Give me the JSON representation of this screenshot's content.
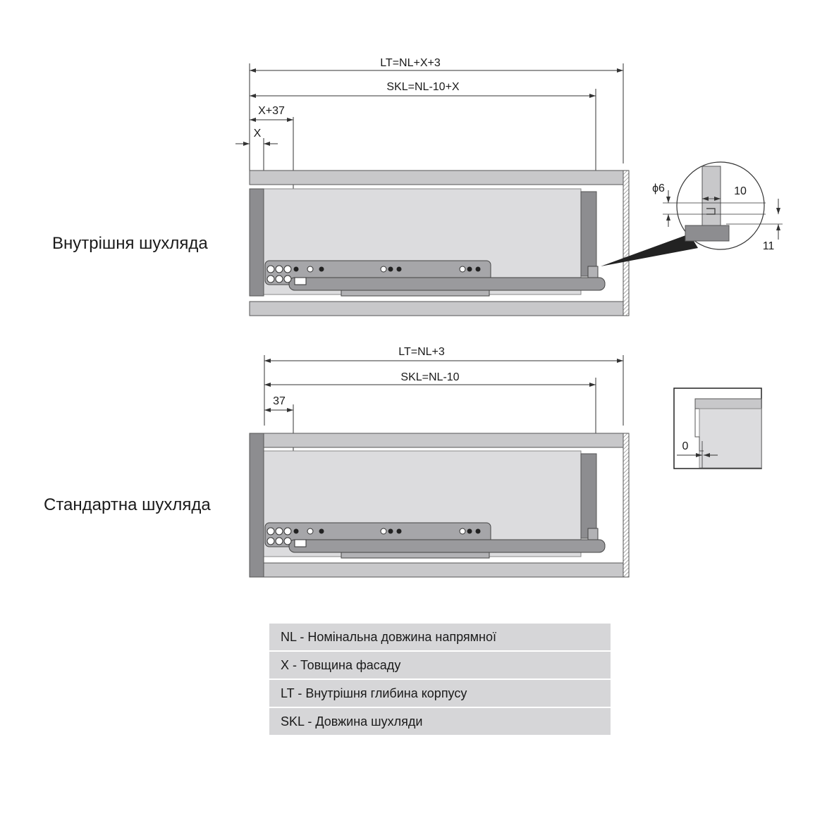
{
  "top": {
    "label": "Внутрішня шухляда",
    "dim_lt": "LT=NL+X+3",
    "dim_skl": "SKL=NL-10+X",
    "dim_x37": "X+37",
    "dim_x": "X",
    "detail_phi": "ϕ6",
    "detail_10": "10",
    "detail_11": "11"
  },
  "bottom": {
    "label": "Стандартна шухляда",
    "dim_lt": "LT=NL+3",
    "dim_skl": "SKL=NL-10",
    "dim_37": "37",
    "detail_0": "0"
  },
  "legend": [
    "NL - Номінальна довжина напрямної",
    "X - Товщина фасаду",
    "LT - Внутрішня глибина корпусу",
    "SKL - Довжина шухляди"
  ],
  "colors": {
    "panel": "#c8c8ca",
    "panel_dark": "#8d8d90",
    "inner": "#dcdcde",
    "line": "#333333",
    "legend_bg": "#d6d6d8"
  }
}
